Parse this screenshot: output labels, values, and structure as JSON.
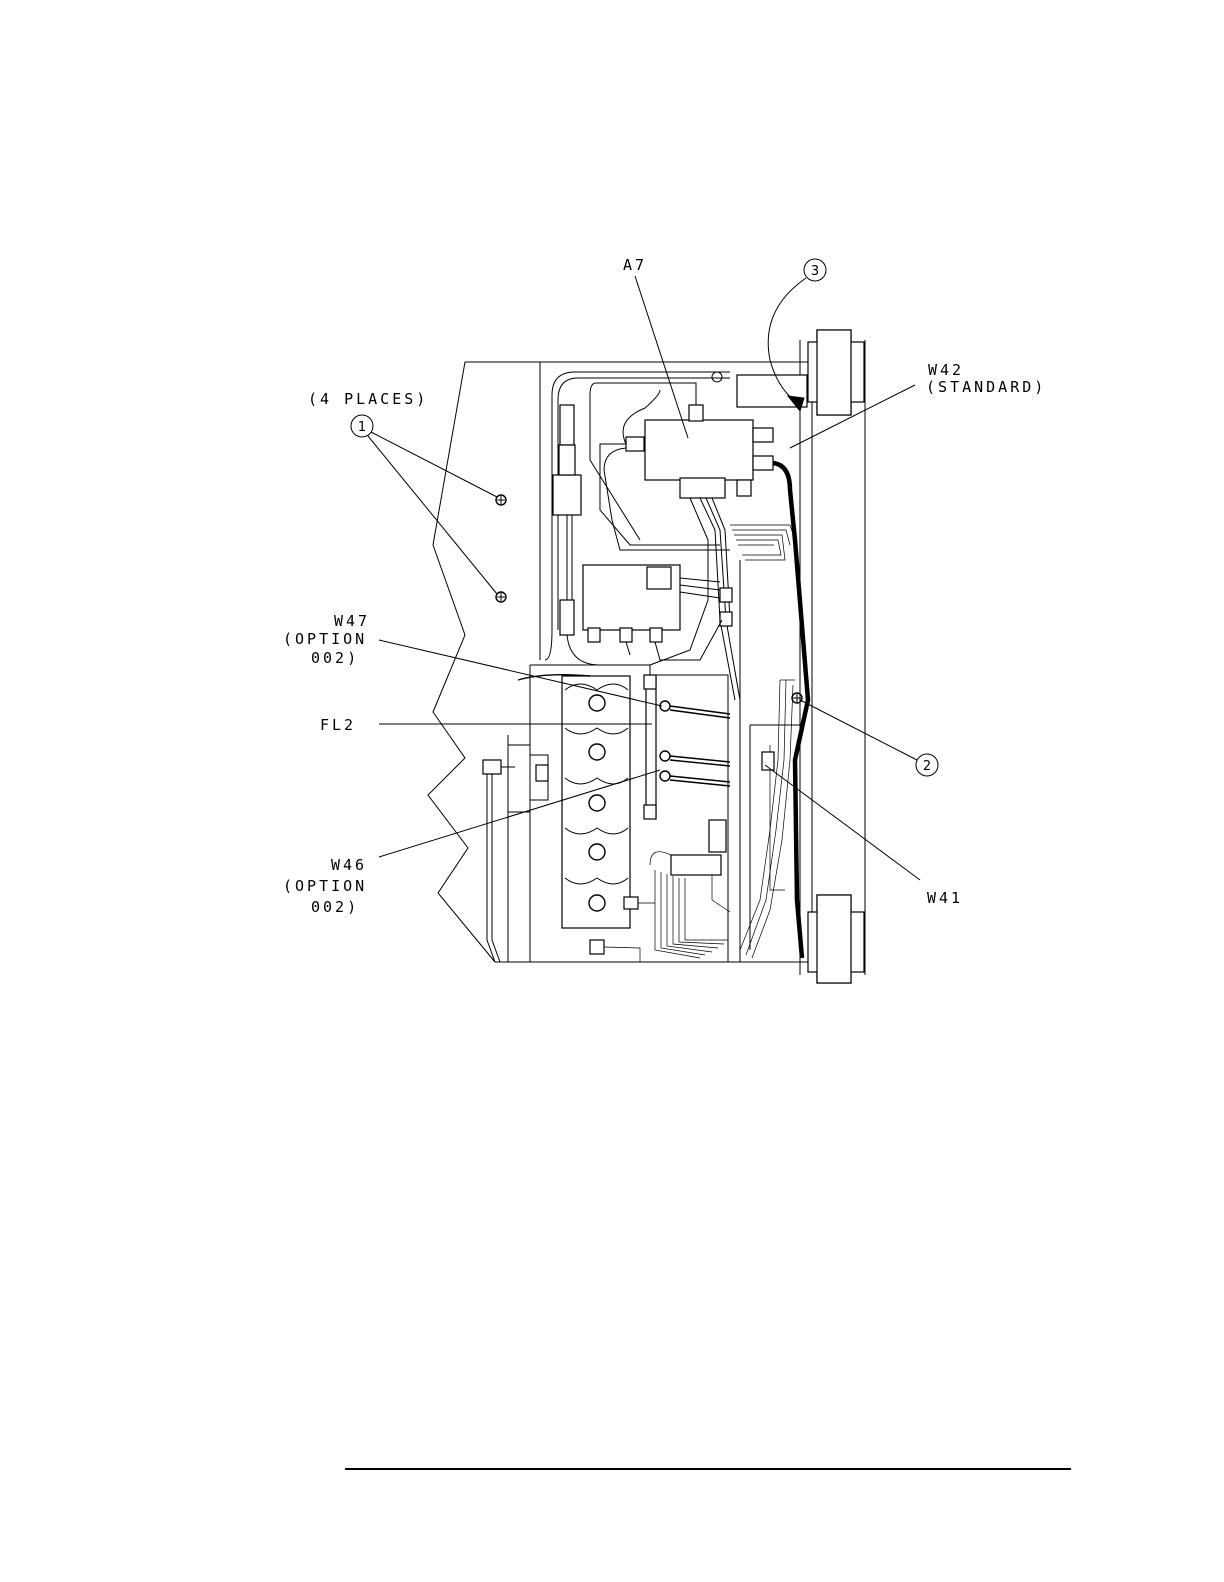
{
  "diagram": {
    "labels": {
      "a7": "A7",
      "places": "(4 PLACES)",
      "w42_line1": "W42",
      "w42_line2": "(STANDARD)",
      "w47_line1": "W47",
      "w47_line2": "(OPTION",
      "w47_line3": "002)",
      "fl2": "FL2",
      "w46_line1": "W46",
      "w46_line2": "(OPTION",
      "w46_line3": "002)",
      "w41": "W41"
    },
    "callouts": [
      "1",
      "2",
      "3"
    ]
  },
  "footer": {
    "rule": ""
  }
}
